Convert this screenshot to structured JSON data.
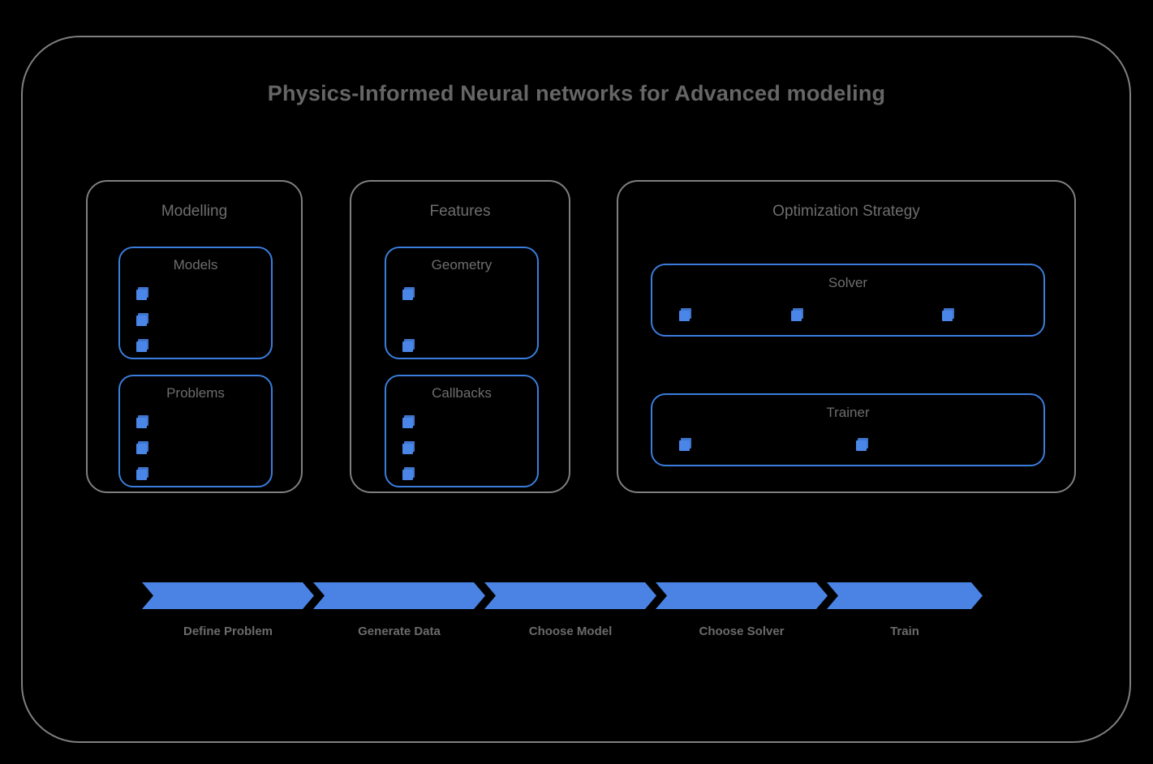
{
  "title": "Physics-Informed Neural networks for Advanced modeling",
  "colors": {
    "background": "#000000",
    "frame_border": "#7f7f7f",
    "text_gray": "#6e6e6e",
    "accent_blue": "#3b7ddd",
    "arrow_blue": "#4a83e3",
    "bullet_blue": "#4a86e8"
  },
  "groups": [
    {
      "label": "Modelling",
      "boxes": [
        {
          "label": "Models",
          "bullets": 3,
          "bullet_layout": "vertical"
        },
        {
          "label": "Problems",
          "bullets": 3,
          "bullet_layout": "vertical"
        }
      ]
    },
    {
      "label": "Features",
      "boxes": [
        {
          "label": "Geometry",
          "bullets": 2,
          "bullet_layout": "vertical"
        },
        {
          "label": "Callbacks",
          "bullets": 3,
          "bullet_layout": "vertical"
        }
      ]
    },
    {
      "label": "Optimization Strategy",
      "boxes": [
        {
          "label": "Solver",
          "bullets": 3,
          "bullet_layout": "horizontal"
        },
        {
          "label": "Trainer",
          "bullets": 2,
          "bullet_layout": "horizontal"
        }
      ]
    }
  ],
  "pipeline": {
    "steps": [
      {
        "label": "Define Problem"
      },
      {
        "label": "Generate Data"
      },
      {
        "label": "Choose Model"
      },
      {
        "label": "Choose Solver"
      },
      {
        "label": "Train"
      }
    ]
  }
}
